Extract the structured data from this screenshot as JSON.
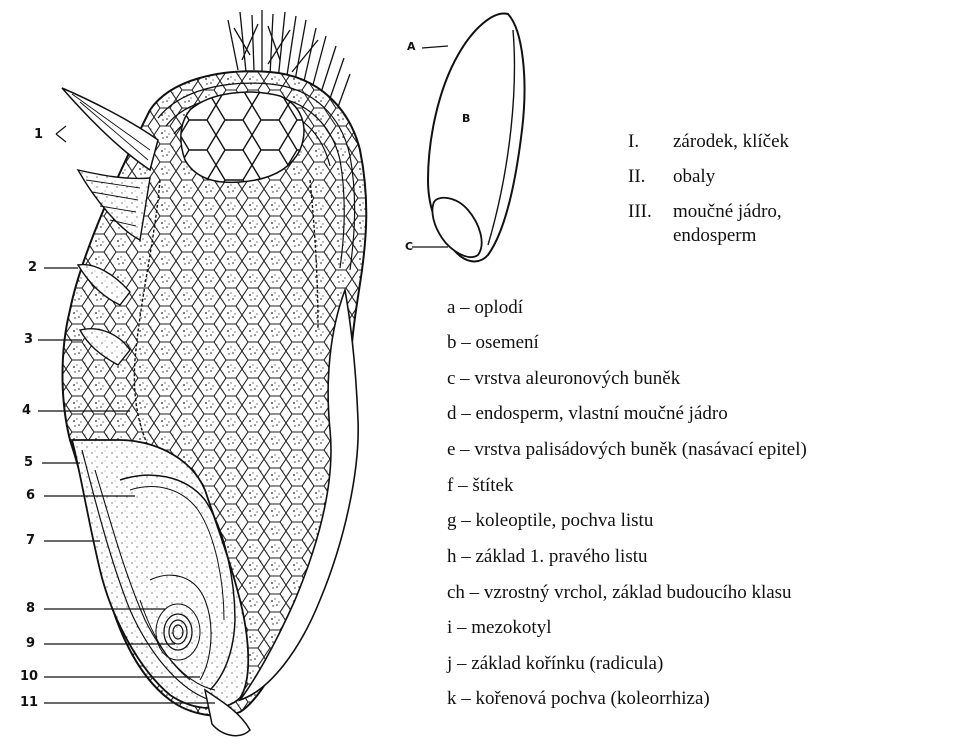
{
  "diagram": {
    "section_numbers": [
      "1",
      "2",
      "3",
      "4",
      "5",
      "6",
      "7",
      "8",
      "9",
      "10",
      "11"
    ],
    "outline_letters": [
      "A",
      "B",
      "C"
    ],
    "roman_legend": [
      {
        "key": "I.",
        "text": "zárodek, klíček"
      },
      {
        "key": "II.",
        "text": "obaly"
      },
      {
        "key": "III.",
        "text": "moučné jádro,",
        "continuation": "endosperm"
      }
    ],
    "letter_legend": [
      "a – oplodí",
      "b – osemení",
      "c – vrstva aleuronových buněk",
      "d – endosperm, vlastní moučné jádro",
      "e – vrstva palisádových buněk (nasávací epitel)",
      "f – štítek",
      "g – koleoptile, pochva listu",
      "h – základ 1. pravého listu",
      "ch – vzrostný vrchol, základ budoucího klasu",
      "i – mezokotyl",
      "j – základ kořínku (radicula)",
      "k – kořenová pochva (koleorrhiza)"
    ],
    "colors": {
      "ink": "#111111",
      "background": "#ffffff"
    }
  }
}
